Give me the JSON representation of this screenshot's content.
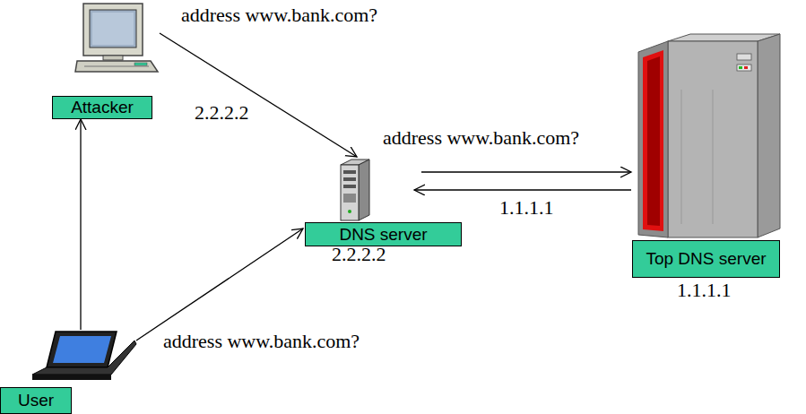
{
  "diagram": {
    "nodes": [
      {
        "text": [
          "Attacker"
        ]
      },
      {
        "text": [
          "DNS server",
          "2.2.2.2"
        ]
      },
      {
        "text": [
          "Top DNS server",
          "1.1.1.1"
        ]
      },
      {
        "text": [
          "User"
        ]
      }
    ],
    "edges": [
      {
        "from": 0,
        "to": 1,
        "arrow": "to",
        "label": "address www.bank.com?"
      },
      {
        "from": 1,
        "to": 2,
        "arrow": "to",
        "label": "address www.bank.com?"
      },
      {
        "from": 2,
        "to": 1,
        "arrow": "to",
        "label": "1.1.1.1"
      },
      {
        "from": 3,
        "to": 1,
        "arrow": "to",
        "label": "address www.bank.com?"
      },
      {
        "from": 3,
        "to": 0,
        "arrow": "to"
      }
    ],
    "labels": [
      "2.2.2.2"
    ]
  }
}
